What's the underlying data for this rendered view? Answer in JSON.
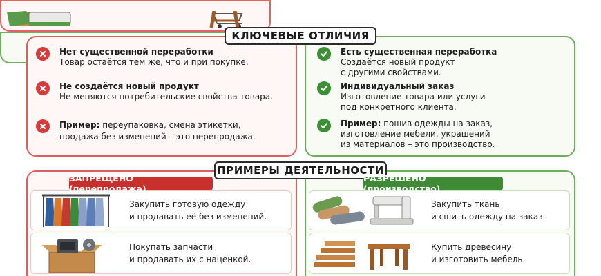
{
  "key_differences": {
    "title": "КЛЮЧЕВЫЕ ОТЛИЧИЯ",
    "left": [
      {
        "title": "Нет существенной переработки",
        "lines": [
          "Товар остаётся тем же, что и при покупке."
        ]
      },
      {
        "title": "Не создаётся новый продукт",
        "lines": [
          "Не меняются потребительские свойства товара."
        ]
      },
      {
        "title": "Пример:",
        "first_line": " переупаковка, смена этикетки,",
        "lines": [
          "продажа без изменений – это перепродажа."
        ]
      }
    ],
    "right": [
      {
        "title": "Есть существенная переработка",
        "lines": [
          "Создаётся новый продукт",
          "с другими свойствами."
        ]
      },
      {
        "title": "Индивидуальный заказ",
        "lines": [
          "Изготовление товара или услуги",
          "под конкретного клиента."
        ]
      },
      {
        "title": "Пример:",
        "first_line": " пошив одежды на заказ,",
        "lines": [
          "изготовление мебели, украшений",
          "из материалов – это производство."
        ]
      }
    ]
  },
  "examples": {
    "title": "ПРИМЕРЫ ДЕЯТЕЛЬНОСТИ",
    "forbidden_label": "ЗАПРЕЩЕНО (перепродажа)",
    "allowed_label": "РАЗРЕШЕНО (производство)",
    "forbidden": [
      {
        "icon": "clothes-rack-icon",
        "lines": [
          "Закупить готовую одежду",
          "и продавать её без изменений."
        ]
      },
      {
        "icon": "spare-parts-box-icon",
        "lines": [
          "Покупать запчасти",
          "и продавать их с наценкой."
        ]
      }
    ],
    "allowed": [
      {
        "icon": "fabric-rolls-sewing-machine-icon",
        "lines": [
          "Закупить ткань",
          "и сшить одежду на заказ."
        ]
      },
      {
        "icon": "lumber-table-icon",
        "lines": [
          "Купить древесину",
          "и изготовить мебель."
        ]
      }
    ]
  },
  "colors": {
    "forbidden": "#c8302d",
    "allowed": "#3f8b35",
    "forbidden_border": "#df5d5d",
    "allowed_border": "#6cae5b"
  }
}
